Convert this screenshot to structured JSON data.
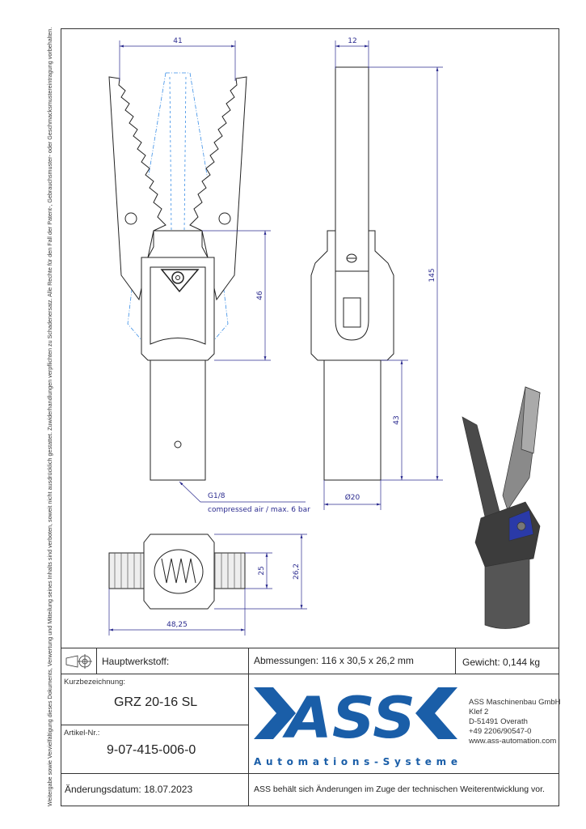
{
  "legal_notice": "Weitergabe sowie Vervielfältigung dieses Dokuments, Verwertung und Mitteilung seines Inhalts sind verboten, soweit nicht ausdrücklich gestattet. Zuwiderhandlungen verpflichten zu Schadenersatz. Alle Rechte für den Fall der Patent-, Gebrauchsmuster- oder Geschmacksmustereintragung vorbehalten.",
  "dimensions": {
    "jaw_width": "41",
    "plate_thickness": "12",
    "total_length": "145",
    "body_height": "46",
    "shaft_length": "43",
    "shaft_diameter": "Ø20",
    "port_thread": "G1/8",
    "port_note": "compressed air / max. 6 bar",
    "depth_inner": "25",
    "depth_outer": "26,2",
    "bottom_width": "48,25"
  },
  "title_block": {
    "material_label": "Hauptwerkstoff:",
    "dimensions_text": "Abmessungen: 116 x 30,5 x 26,2 mm",
    "weight_text": "Gewicht: 0,144 kg",
    "short_name_label": "Kurzbezeichnung:",
    "short_name": "GRZ 20-16 SL",
    "article_label": "Artikel-Nr.:",
    "article_number": "9-07-415-006-0",
    "change_date": "Änderungsdatum: 18.07.2023",
    "disclaimer": "ASS behält sich Änderungen im Zuge der technischen Weiterentwicklung vor.",
    "logo_text": "ASS",
    "logo_subtitle": "Automations-Systeme",
    "company": {
      "name": "ASS Maschinenbau GmbH",
      "street": "Klef 2",
      "city": "D-51491 Overath",
      "phone": "+49 2206/90547-0",
      "web": "www.ass-automation.com"
    }
  },
  "colors": {
    "dimension": "#2b2b8f",
    "ghost": "#3a8ee6",
    "brand": "#1a5ea8"
  }
}
